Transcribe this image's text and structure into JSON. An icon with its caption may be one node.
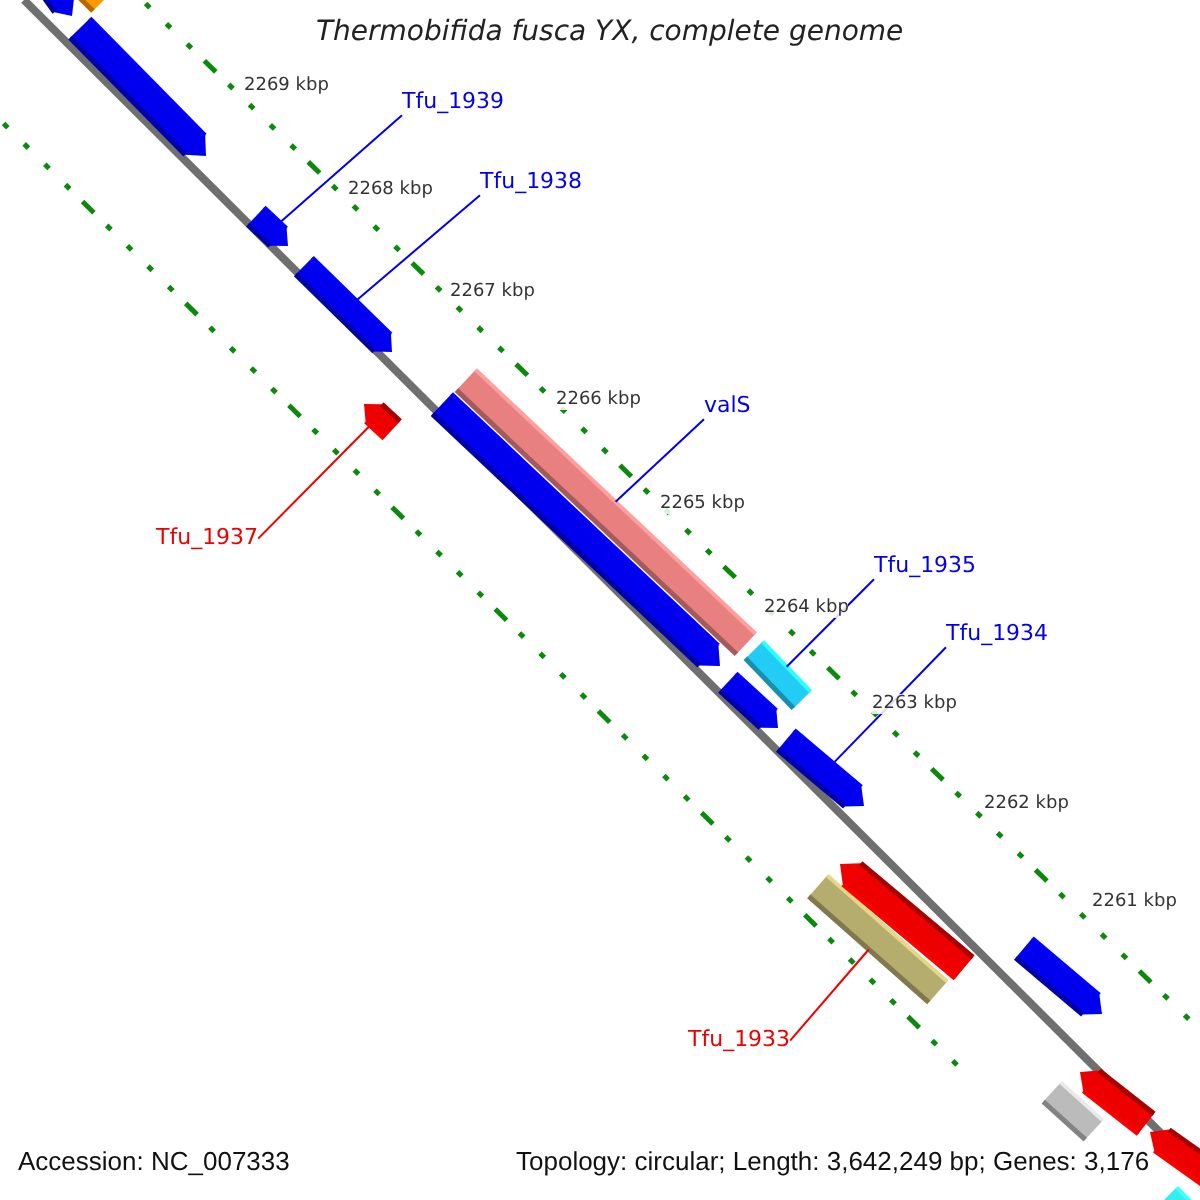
{
  "diagram": {
    "title": "Thermobifida fusca YX, complete genome",
    "nodes": [
      {
        "text": [
          "Tfu_1939"
        ]
      },
      {
        "text": [],
        "shape": "arrow"
      },
      {
        "text": [
          "Tfu_1938"
        ]
      },
      {
        "text": [],
        "shape": "arrow"
      },
      {
        "text": [
          "Tfu_1937"
        ]
      },
      {
        "text": [],
        "shape": "arrow"
      },
      {
        "text": [
          "valS"
        ]
      },
      {
        "text": [],
        "shape": "bar"
      },
      {
        "text": [
          "Tfu_1935"
        ]
      },
      {
        "text": [],
        "shape": "bar"
      },
      {
        "text": [
          "Tfu_1934"
        ]
      },
      {
        "text": [],
        "shape": "arrow"
      },
      {
        "text": [
          "Tfu_1933"
        ]
      },
      {
        "text": [],
        "shape": "bar"
      },
      {
        "text": [],
        "shape": "arrow"
      },
      {
        "text": [],
        "shape": "bar"
      },
      {
        "text": [],
        "shape": "arrow"
      },
      {
        "text": [],
        "shape": "arrow"
      },
      {
        "text": [],
        "shape": "arrow"
      },
      {
        "text": [],
        "shape": "arrow"
      },
      {
        "text": [],
        "shape": "arrow"
      },
      {
        "text": [],
        "shape": "bar"
      },
      {
        "text": [],
        "shape": "arrow"
      },
      {
        "text": [],
        "shape": "arrow"
      },
      {
        "text": [],
        "shape": "bar"
      }
    ],
    "edges": [
      {
        "from": 0,
        "to": 1,
        "arrow": "none"
      },
      {
        "from": 2,
        "to": 3,
        "arrow": "none"
      },
      {
        "from": 4,
        "to": 5,
        "arrow": "none",
        "color": "#ee0000"
      },
      {
        "from": 6,
        "to": 7,
        "arrow": "none"
      },
      {
        "from": 8,
        "to": 9,
        "arrow": "none"
      },
      {
        "from": 10,
        "to": 11,
        "arrow": "none"
      },
      {
        "from": 12,
        "to": 13,
        "arrow": "none",
        "color": "#ee0000"
      }
    ],
    "labels": [
      "2269 kbp",
      "2268 kbp",
      "2267 kbp",
      "2266 kbp",
      "2265 kbp",
      "2264 kbp",
      "2263 kbp",
      "2262 kbp",
      "2261 kbp",
      "Accession: NC_007333",
      "Topology: circular; Length: 3,642,249 bp; Genes: 3,176"
    ]
  }
}
